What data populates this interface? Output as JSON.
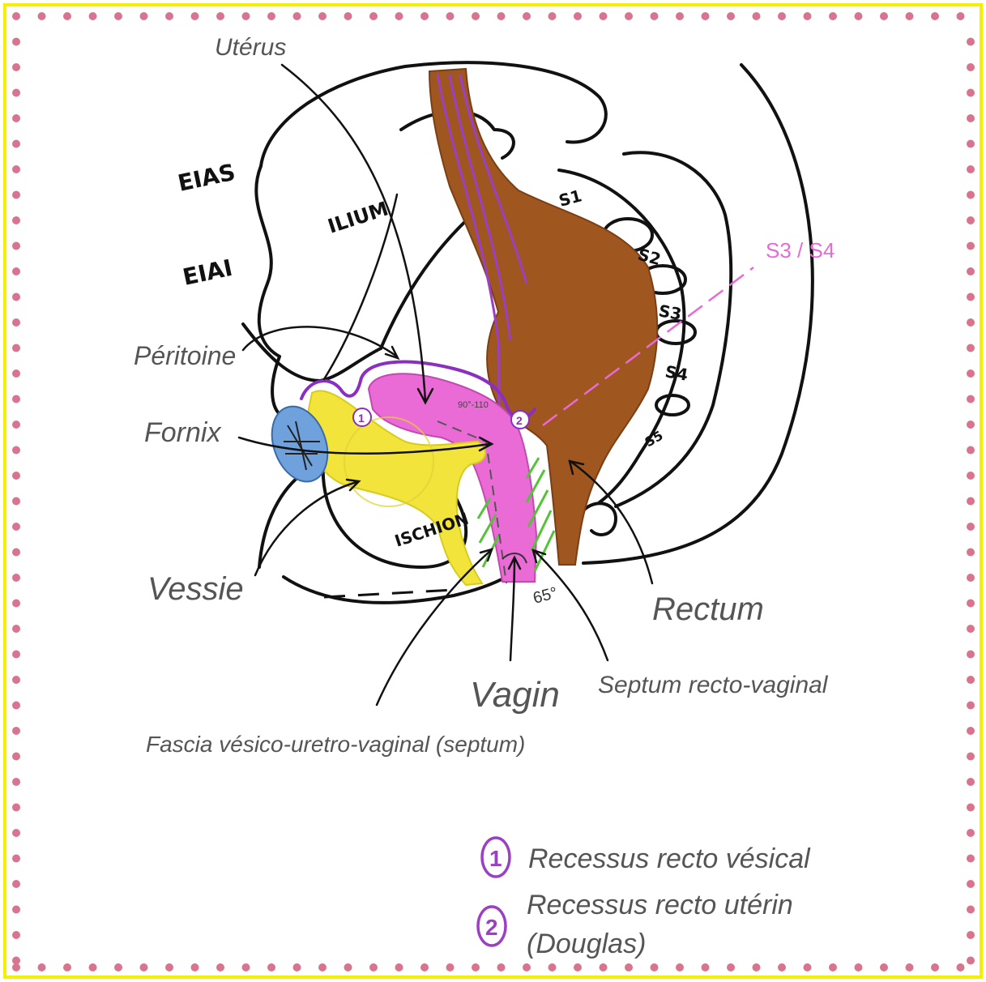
{
  "labels": {
    "uterus": "Utérus",
    "eias": "EIAS",
    "eiai": "EIAI",
    "ilium": "ILIUM",
    "peritoine": "Péritoine",
    "fornix": "Fornix",
    "vessie": "Vessie",
    "ischion": "ISCHION",
    "rectum": "Rectum",
    "vagin": "Vagin",
    "septum": "Septum recto-vaginal",
    "fascia": "Fascia vésico-uretro-vaginal (septum)",
    "s1": "S1",
    "s2": "S2",
    "s3": "S3",
    "s4": "S4",
    "s5": "S5",
    "s3s4": "S3 / S4",
    "angle_65": "65°",
    "angle_90": "90°-110",
    "marker1": "1",
    "marker2": "2"
  },
  "legend": {
    "items": [
      {
        "num": "1",
        "text": "Recessus recto vésical"
      },
      {
        "num": "2",
        "text_line1": "Recessus recto utérin",
        "text_line2": "(Douglas)"
      }
    ]
  },
  "colors": {
    "frame_border": "#f5f000",
    "dots": "#d9748f",
    "rectum": "#a0561f",
    "uterus": "#ea6ad6",
    "bladder": "#f2e43a",
    "symphysis": "#6fa2dc",
    "peritoneum": "#8b2fc0",
    "septum_hatch": "#55c23a",
    "s3s4_line": "#e86ad8",
    "legend_purple": "#9b3fc4"
  }
}
